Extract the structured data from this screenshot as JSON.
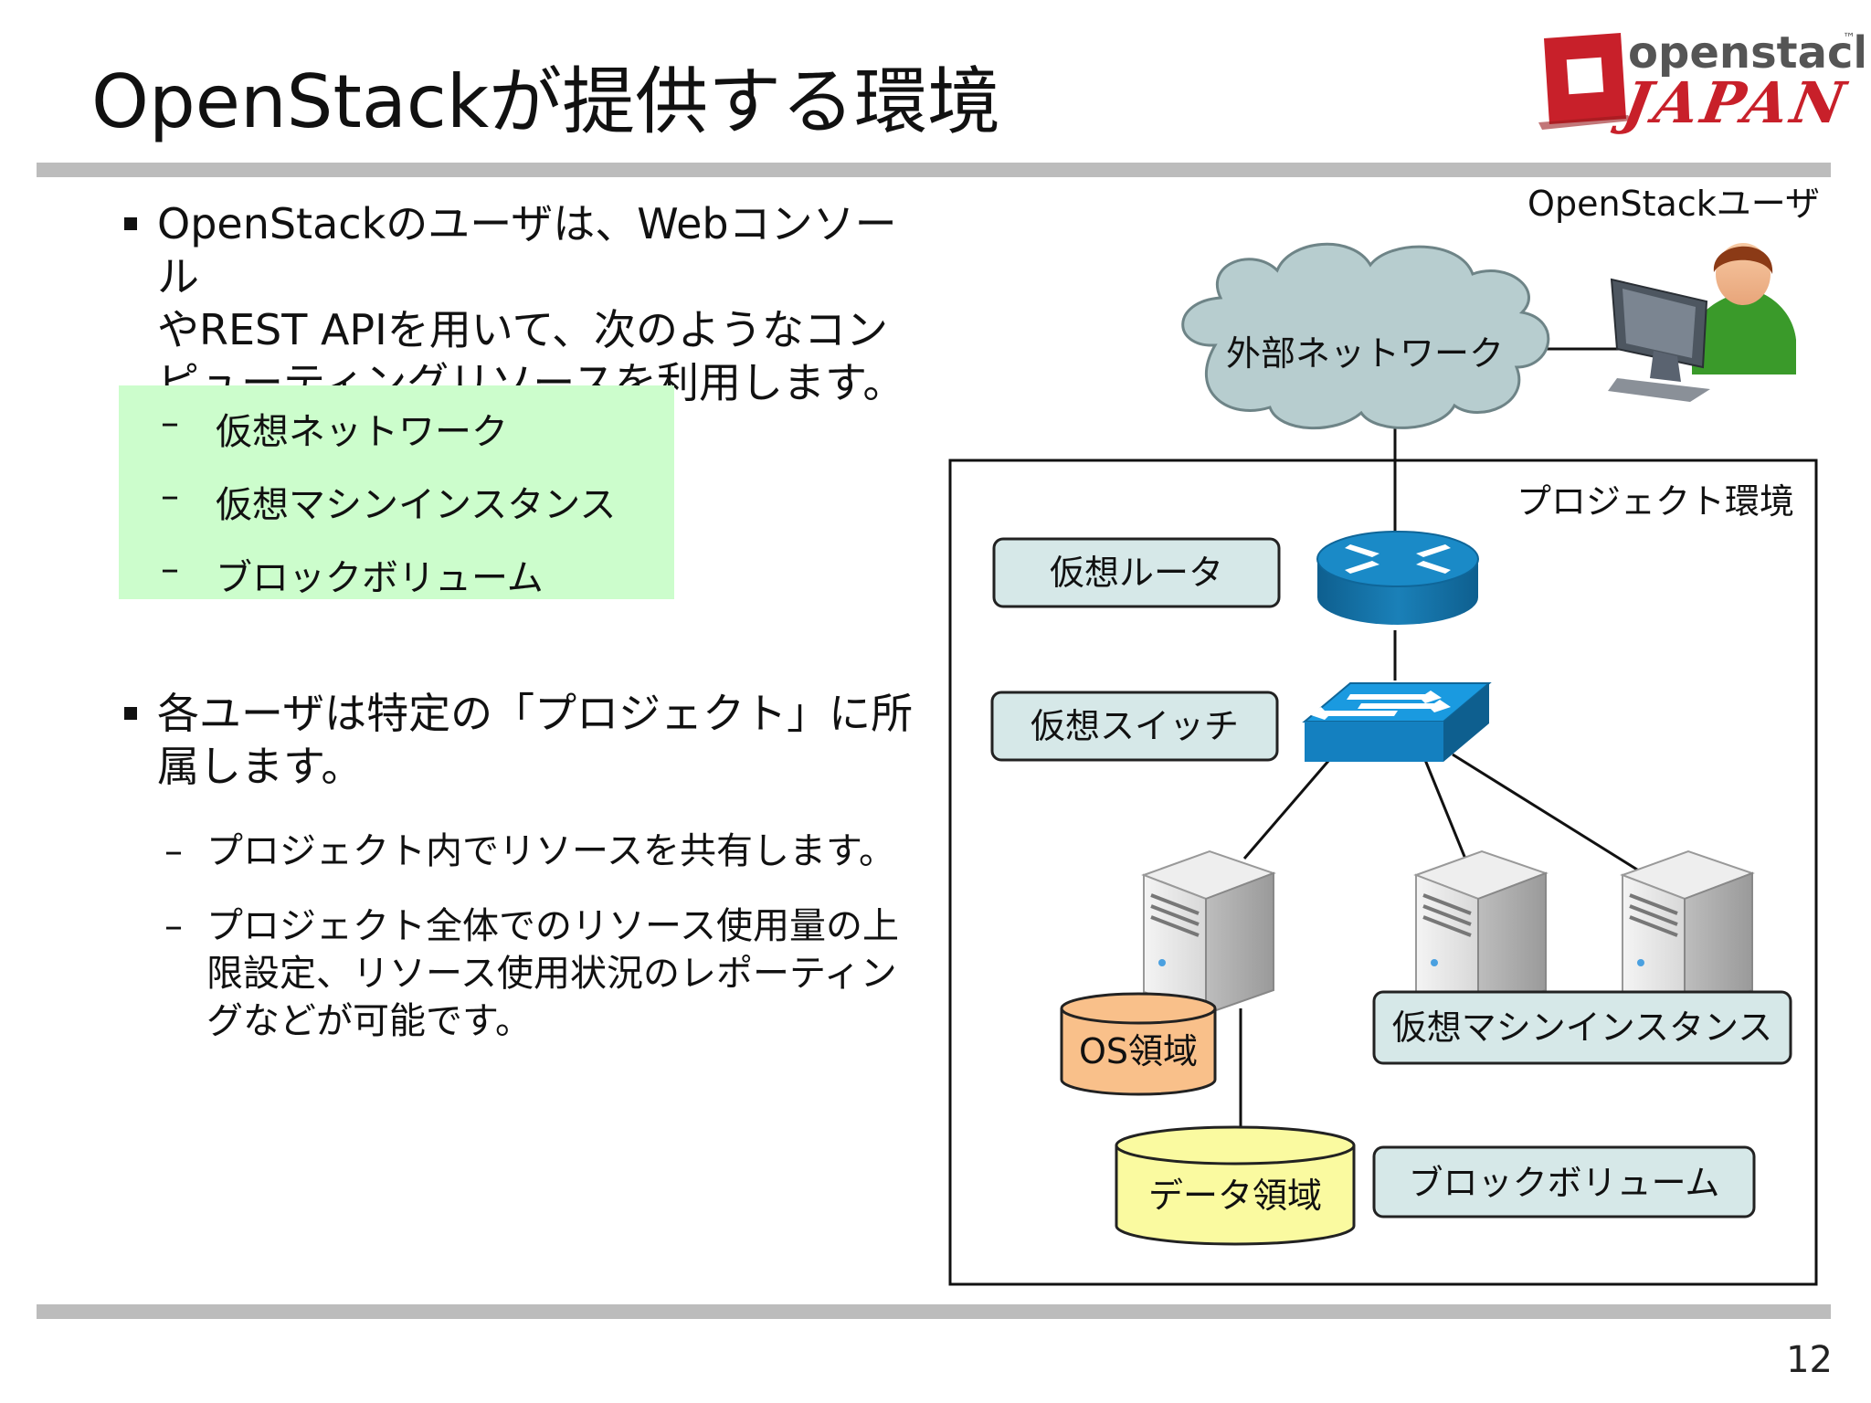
{
  "slide": {
    "title": "OpenStackが提供する環境",
    "page_number": "12"
  },
  "logo": {
    "word_top": "openstack",
    "tm": "™",
    "word_bottom": "JAPAN",
    "colors": {
      "brand_red": "#c8202a",
      "text_gray": "#555555"
    }
  },
  "bullets": [
    {
      "text": "OpenStackのユーザは、Webコンソール\nやREST APIを用いて、次のようなコン\nピューティングリソースを利用します。",
      "highlight_items": [
        "仮想ネットワーク",
        "仮想マシンインスタンス",
        "ブロックボリューム"
      ]
    },
    {
      "text": "各ユーザは特定の「プロジェクト」に所\n属します。",
      "sub_items": [
        "プロジェクト内でリソースを共有します。",
        "プロジェクト全体でのリソース使用量の上\n限設定、リソース使用状況のレポーティン\nグなどが可能です。"
      ]
    }
  ],
  "dash_symbol": "–",
  "diagram": {
    "user_label": "OpenStackユーザ",
    "cloud_label": "外部ネットワーク",
    "project_label": "プロジェクト環境",
    "router_label": "仮想ルータ",
    "switch_label": "仮想スイッチ",
    "vm_label": "仮想マシンインスタンス",
    "os_disk_label": "OS領域",
    "data_disk_label": "データ領域",
    "volume_label": "ブロックボリューム",
    "colors": {
      "label_box": "#d6e8e8",
      "cloud": "#b7cdcf",
      "router": "#1a8ac7",
      "os_disk": "#f9c08a",
      "data_disk": "#fafaa0",
      "highlight": "#ccfdcc"
    }
  }
}
